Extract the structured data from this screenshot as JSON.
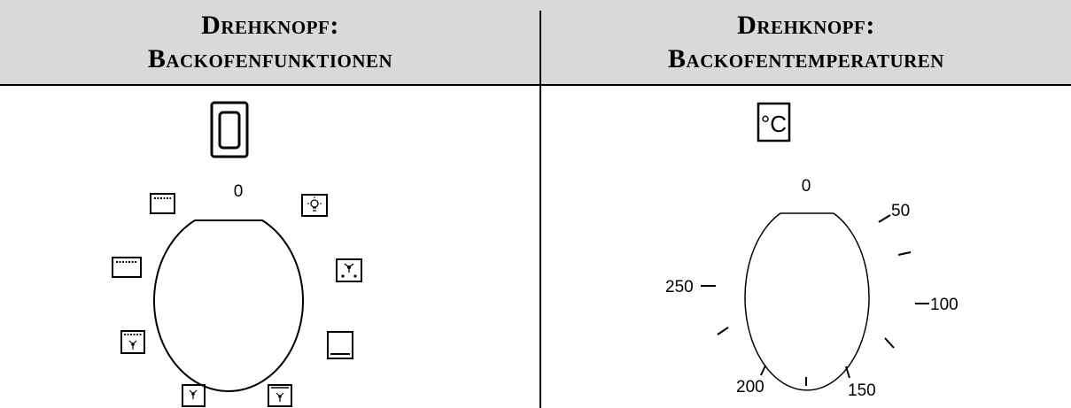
{
  "table": {
    "left_header": {
      "line1": "Drehknopf:",
      "line2": "Backofenfunktionen"
    },
    "right_header": {
      "line1": "Drehknopf:",
      "line2": "Backofentemperaturen"
    }
  },
  "function_knob": {
    "position_zero_label": "0",
    "symbols": [
      "oven-symbol-icon",
      "top-heat-icon",
      "light-icon",
      "lower-heat-icon",
      "defrost-fan-icon",
      "conventional-heat-icon",
      "grill-fan-icon",
      "fan-icon",
      "fan-lower-heat-icon"
    ]
  },
  "temperature_knob": {
    "unit_symbol": "°C",
    "labels": {
      "t0": "0",
      "t50": "50",
      "t100": "100",
      "t150": "150",
      "t200": "200",
      "t250": "250"
    }
  }
}
